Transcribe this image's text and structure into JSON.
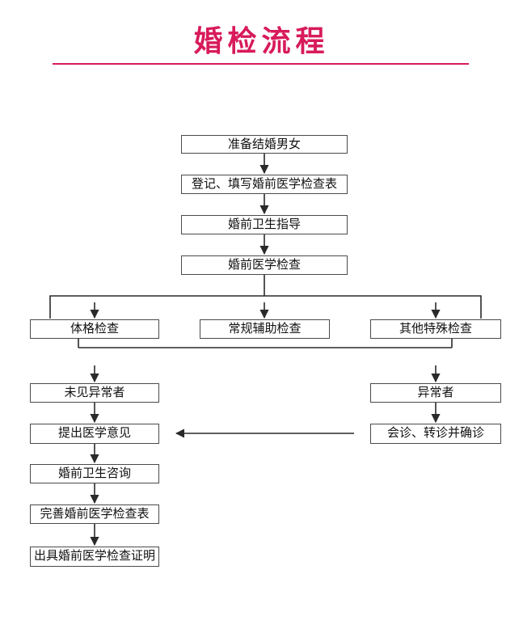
{
  "title": "婚检流程",
  "colors": {
    "accent": "#d81b5a",
    "line": "#2a2a2a",
    "box_border": "#4a4a4a"
  },
  "steps": {
    "prepare": "准备结婚男女",
    "register": "登记、填写婚前医学检查表",
    "guidance": "婚前卫生指导",
    "exam": "婚前医学检查",
    "physical": "体格检查",
    "routine_aux": "常规辅助检查",
    "special": "其他特殊检查",
    "normal": "未见异常者",
    "abnormal": "异常者",
    "medical_opinion": "提出医学意见",
    "consult": "会诊、转诊并确诊",
    "counseling": "婚前卫生咨询",
    "complete_form": "完善婚前医学检查表",
    "certificate": "出具婚前医学检查证明"
  }
}
